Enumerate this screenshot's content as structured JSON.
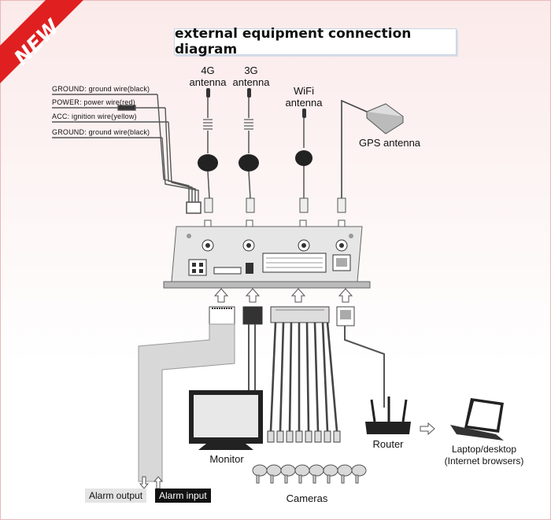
{
  "badge": {
    "text": "NEW",
    "color": "#e02020"
  },
  "title": "external equipment connection diagram",
  "wires": [
    "GROUND: ground wire(black)",
    "POWER: power wire(red)",
    "ACC: ignition wire(yellow)",
    "GROUND: ground wire(black)"
  ],
  "antennas": {
    "a4g": "4G antenna",
    "a3g": "3G antenna",
    "wifi": "WiFi antenna",
    "gps": "GPS antenna"
  },
  "devices": {
    "monitor": "Monitor",
    "router": "Router",
    "laptop": "Laptop/desktop (Internet browsers)",
    "cameras": "Cameras"
  },
  "alarms": {
    "output": "Alarm output",
    "input": "Alarm input"
  }
}
